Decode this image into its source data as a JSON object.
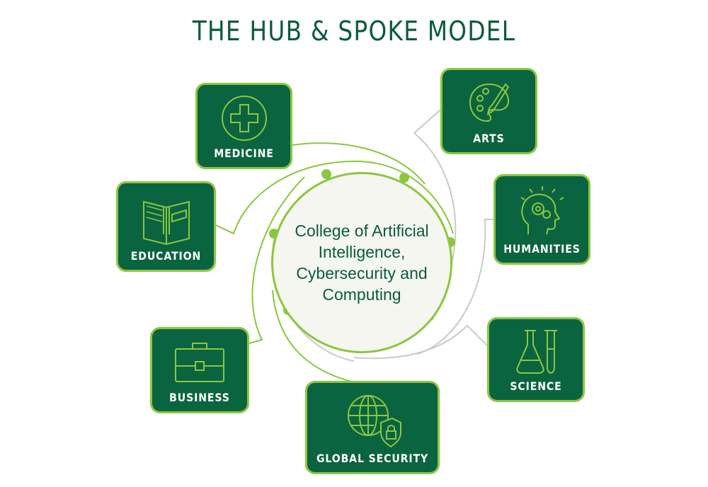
{
  "title": "THE HUB & SPOKE MODEL",
  "hub": {
    "label": "College of Artificial Intelligence, Cybersecurity and Computing"
  },
  "spokes": [
    {
      "id": "medicine",
      "label": "MEDICINE",
      "icon": "medical-cross-icon"
    },
    {
      "id": "arts",
      "label": "ARTS",
      "icon": "palette-brush-icon"
    },
    {
      "id": "education",
      "label": "EDUCATION",
      "icon": "book-icon"
    },
    {
      "id": "humanities",
      "label": "HUMANITIES",
      "icon": "head-gears-icon"
    },
    {
      "id": "business",
      "label": "BUSINESS",
      "icon": "briefcase-icon"
    },
    {
      "id": "science",
      "label": "SCIENCE",
      "icon": "lab-flask-icon"
    },
    {
      "id": "global_security",
      "label": "GLOBAL SECURITY",
      "icon": "globe-shield-icon"
    }
  ],
  "colors": {
    "box": "#0b6440",
    "accent": "#8cc63f",
    "title": "#0b5c3b",
    "connector": "#c7ccc7"
  }
}
